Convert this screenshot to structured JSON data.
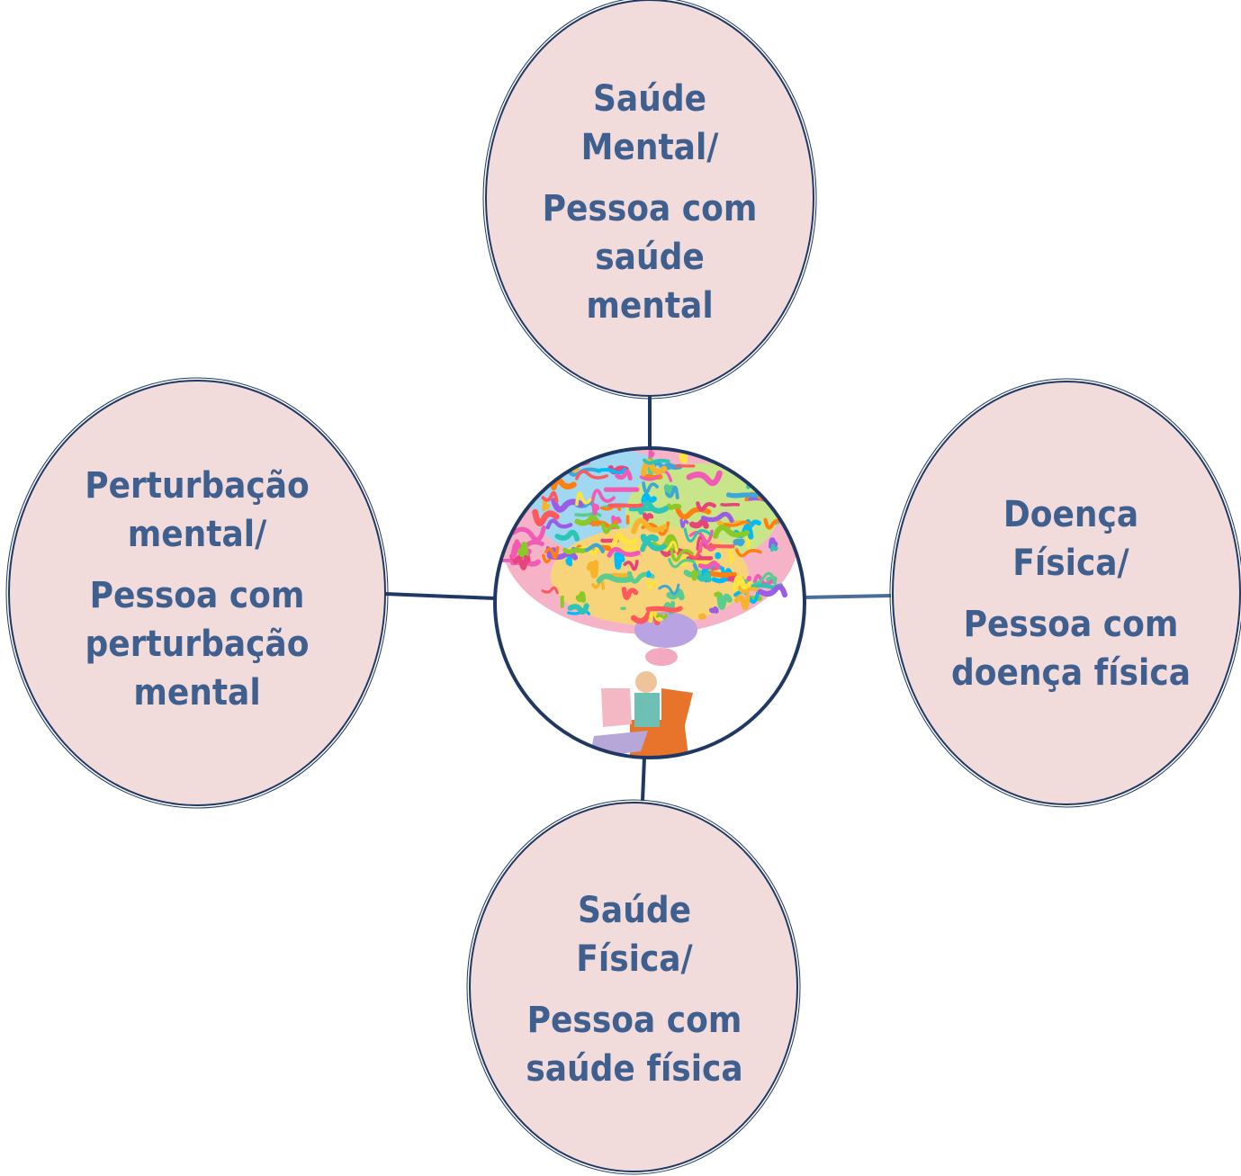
{
  "colors": {
    "node_fill": "#f2dcdb",
    "node_stroke": "#1f3864",
    "text": "#3f5f8f",
    "connector": "#1f3864",
    "connector_right": "#4a6d9c"
  },
  "nodes": {
    "top": {
      "title_lines": [
        "Saúde",
        "Mental/"
      ],
      "subtitle_lines": [
        "Pessoa com",
        "saúde",
        "mental"
      ]
    },
    "left": {
      "title_lines": [
        "Perturbação",
        "mental/"
      ],
      "subtitle_lines": [
        "Pessoa com",
        "perturbação",
        "mental"
      ]
    },
    "right": {
      "title_lines": [
        "Doença",
        "Física/"
      ],
      "subtitle_lines": [
        "Pessoa com",
        "doença física"
      ]
    },
    "bottom": {
      "title_lines": [
        "Saúde",
        "Física/"
      ],
      "subtitle_lines": [
        "Pessoa com",
        "saúde física"
      ]
    }
  },
  "center": {
    "image": "colorful-brain-thinking-person-illustration"
  }
}
